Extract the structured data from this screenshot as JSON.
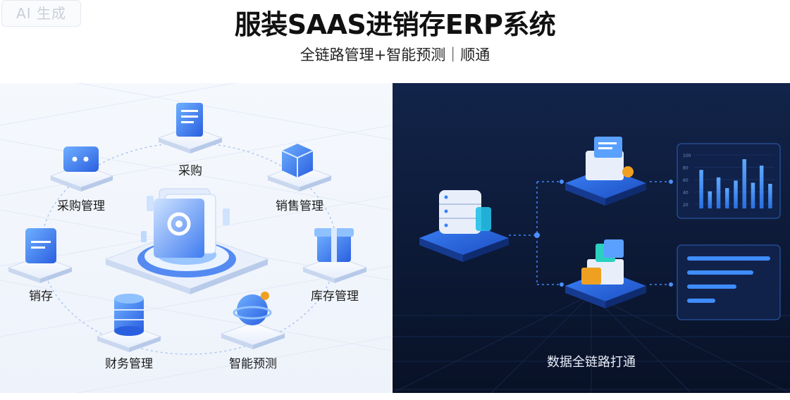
{
  "badge": "AI 生成",
  "header": {
    "title": "服装SAAS进销存ERP系统",
    "subtitle": "全链路管理+智能预测｜顺通"
  },
  "left_panel": {
    "nodes": [
      {
        "id": "caigou",
        "label": "采购",
        "icon": "document-icon"
      },
      {
        "id": "caigou_guanli",
        "label": "采购管理",
        "icon": "chat-box-icon"
      },
      {
        "id": "xiaoshou_guanli",
        "label": "销售管理",
        "icon": "package-box-icon"
      },
      {
        "id": "xiaocun",
        "label": "销存",
        "icon": "card-icon"
      },
      {
        "id": "kucun_guanli",
        "label": "库存管理",
        "icon": "gift-box-icon"
      },
      {
        "id": "caiwu_guanli",
        "label": "财务管理",
        "icon": "database-cylinder-icon"
      },
      {
        "id": "zhineng_yuce",
        "label": "智能预测",
        "icon": "ai-sphere-icon"
      }
    ],
    "center_icon": "gear-hub-icon"
  },
  "right_panel": {
    "footer": "数据全链路打通",
    "server_icon": "server-stack-icon",
    "upper_icon": "cloud-billing-icon",
    "lower_icon": "folder-box-icon",
    "bar_chart": {
      "tick_labels": [
        "100",
        "80",
        "60",
        "40",
        "20"
      ],
      "values": [
        72,
        32,
        58,
        38,
        52,
        92,
        48,
        80,
        46
      ]
    },
    "list_panel_icon": "list-panel-icon"
  },
  "colors": {
    "accent_blue": "#2d6ff0",
    "light_blue": "#8fc1ff",
    "dark_bg": "#0b1630"
  }
}
